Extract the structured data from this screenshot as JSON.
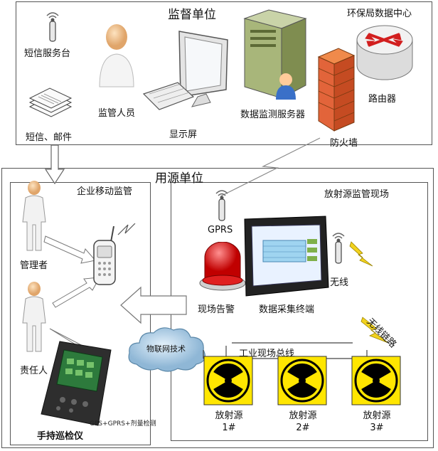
{
  "supervision": {
    "title": "监督单位",
    "center_label": "环保局数据中心",
    "sms_server": "短信服务台",
    "sms_email": "短信、邮件",
    "supervisor": "监管人员",
    "display": "显示屏",
    "data_server": "数据监测服务器",
    "router": "路由器",
    "firewall": "防火墙"
  },
  "user_unit": {
    "title": "用源单位",
    "mobile": {
      "title": "企业移动监管",
      "manager": "管理者",
      "responsible": "责任人",
      "handheld": "手持巡检仪",
      "device_caption": "GPS+GPRS+剂量检测"
    },
    "site": {
      "title": "放射源监管现场",
      "gprs": "GPRS",
      "wireless": "无线",
      "alarm": "现场告警",
      "terminal": "数据采集终端",
      "wireless_link": "无线链路",
      "bus": "工业现场总线",
      "iot": "物联网技术",
      "sources": [
        {
          "name": "放射源",
          "num": "1#"
        },
        {
          "name": "放射源",
          "num": "2#"
        },
        {
          "name": "放射源",
          "num": "3#"
        }
      ]
    }
  }
}
